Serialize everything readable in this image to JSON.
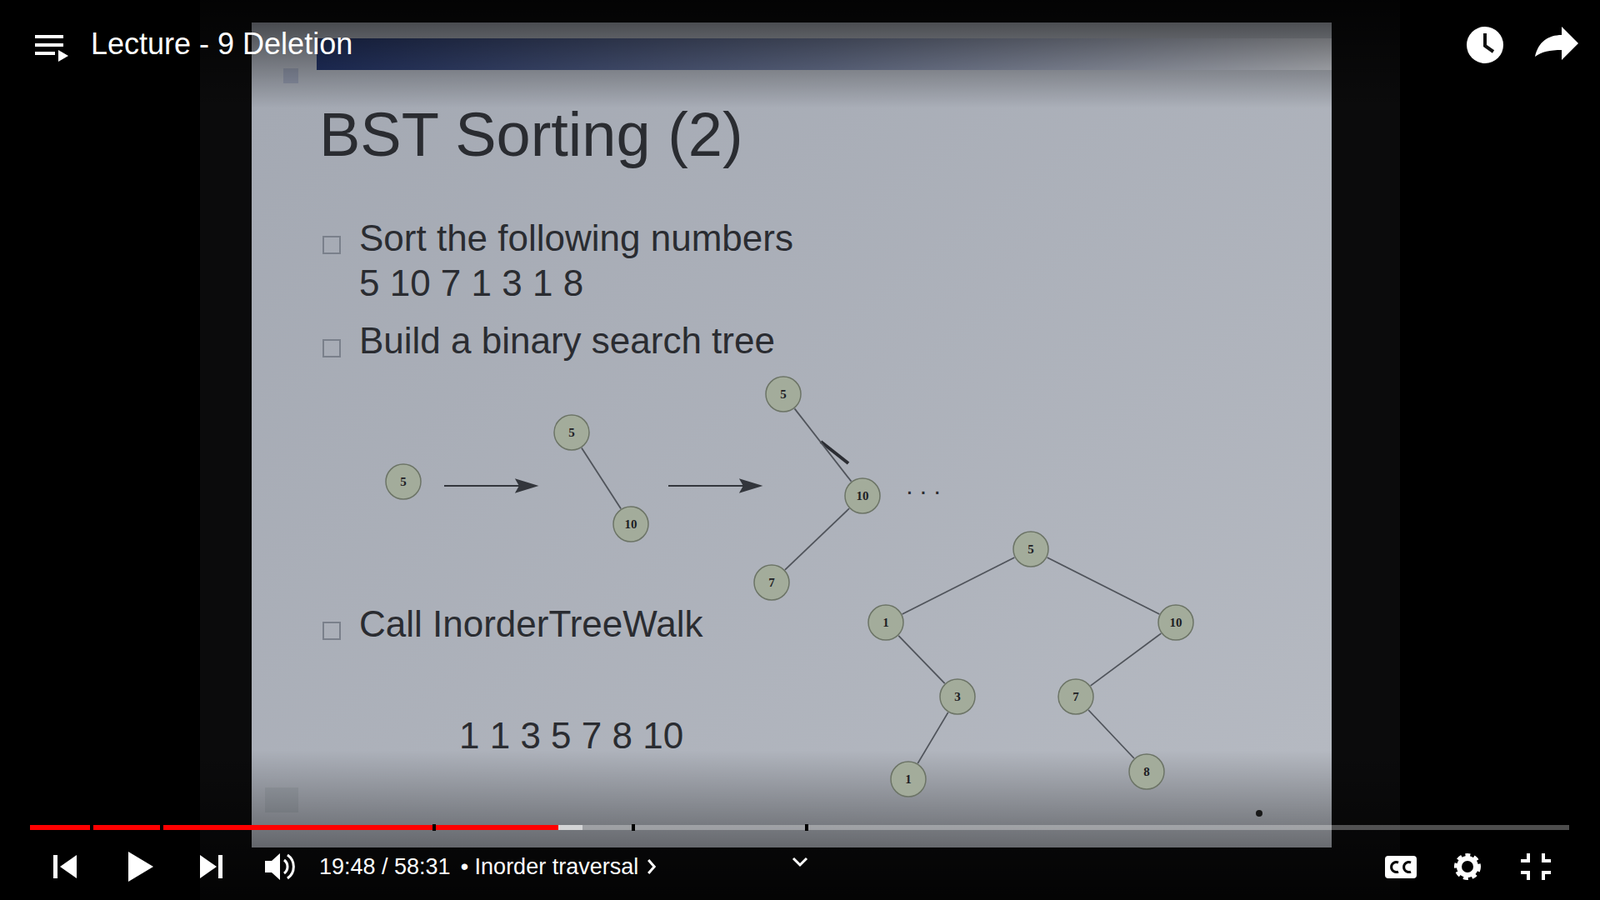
{
  "diagram": {
    "title": "BST Sorting (2)",
    "nodes": [
      {
        "text": [
          "5"
        ]
      },
      {
        "text": [
          "5"
        ]
      },
      {
        "text": [
          "10"
        ]
      },
      {
        "text": [
          "5"
        ]
      },
      {
        "text": [
          "10"
        ]
      },
      {
        "text": [
          "7"
        ]
      },
      {
        "text": [
          "5"
        ]
      },
      {
        "text": [
          "1"
        ]
      },
      {
        "text": [
          "10"
        ]
      },
      {
        "text": [
          "3"
        ]
      },
      {
        "text": [
          "7"
        ]
      },
      {
        "text": [
          "1"
        ]
      },
      {
        "text": [
          "8"
        ]
      }
    ],
    "edges": [
      {
        "from": 1,
        "to": 2,
        "arrow": "none"
      },
      {
        "from": 3,
        "to": 4,
        "arrow": "none"
      },
      {
        "from": 4,
        "to": 5,
        "arrow": "none"
      },
      {
        "from": 6,
        "to": 7,
        "arrow": "none"
      },
      {
        "from": 6,
        "to": 8,
        "arrow": "none"
      },
      {
        "from": 7,
        "to": 9,
        "arrow": "none"
      },
      {
        "from": 8,
        "to": 10,
        "arrow": "none"
      },
      {
        "from": 9,
        "to": 11,
        "arrow": "none"
      },
      {
        "from": 10,
        "to": 12,
        "arrow": "none"
      }
    ],
    "labels": [
      "Lecture - 9 Deletion",
      "Sort the following numbers",
      "5 10 7 1 3 1 8",
      "Build a binary search tree",
      "Call InorderTreeWalk",
      "1 1 3 5 7 8 10",
      ". . .",
      "19:48 / 58:31",
      "• Inorder traversal"
    ]
  }
}
